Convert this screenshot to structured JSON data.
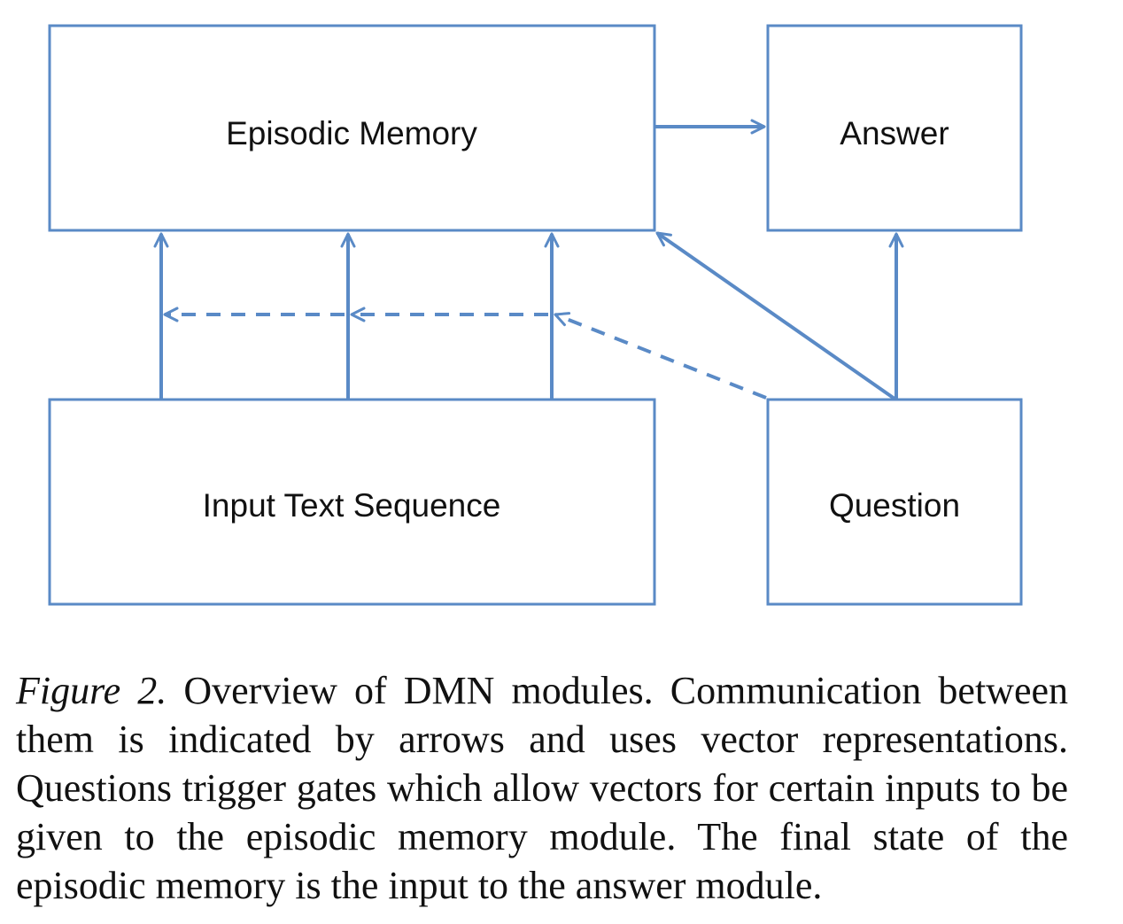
{
  "diagram": {
    "boxes": {
      "episodic_memory": "Episodic Memory",
      "answer": "Answer",
      "input_text_sequence": "Input Text Sequence",
      "question": "Question"
    },
    "colors": {
      "stroke": "#5a8ac6",
      "text": "#111111"
    }
  },
  "caption": {
    "label": "Figure 2.",
    "text": " Overview of DMN modules.  Communication between them is indicated by arrows and uses vector representations. Questions trigger gates which allow vectors for certain inputs to be given to the episodic memory module.  The final state of the episodic memory is the input to the answer module."
  }
}
